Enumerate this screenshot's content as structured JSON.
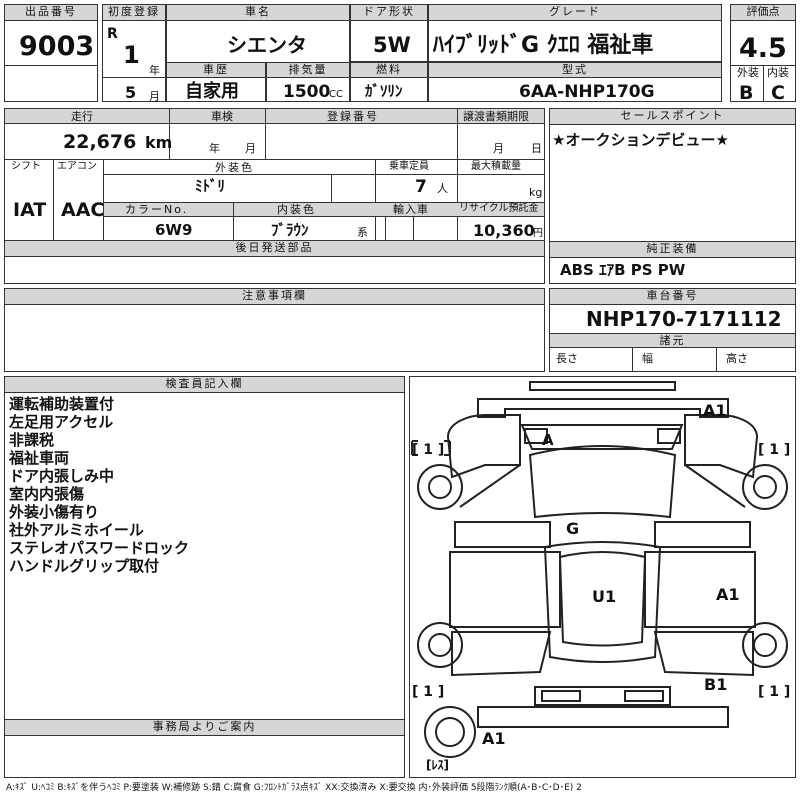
{
  "header": {
    "lot_label": "出品番号",
    "lot_no": "9003",
    "first_reg_label": "初度登録",
    "era": "R",
    "reg_year": "1",
    "year_unit": "年",
    "reg_month": "5",
    "month_unit": "月",
    "name_label": "車名",
    "car_name": "シエンタ",
    "door_label": "ドア形状",
    "door": "5W",
    "grade_label": "グレード",
    "grade": "ﾊｲﾌﾞﾘｯﾄﾞG ｸｴﾛ 福祉車",
    "score_label": "評価点",
    "score": "4.5",
    "history_label": "車歴",
    "history": "自家用",
    "disp_label": "排気量",
    "displacement": "1500",
    "disp_unit": "CC",
    "fuel_label": "燃料",
    "fuel": "ｶﾞｿﾘﾝ",
    "model_label": "型式",
    "model_code": "6AA-NHP170G",
    "ext_label": "外装",
    "ext_grade": "B",
    "int_label": "内装",
    "int_grade": "C"
  },
  "specs": {
    "mileage_label": "走行",
    "mileage": "22,676",
    "mileage_unit": "km",
    "inspection_label": "車検",
    "insp_year_unit": "年",
    "insp_month_unit": "月",
    "regno_label": "登録番号",
    "transfer_label": "譲渡書類期限",
    "transfer_month_unit": "月",
    "transfer_day_unit": "日",
    "shift_label": "シフト",
    "shift": "IAT",
    "ac_label": "エアコン",
    "ac": "AAC",
    "color_label": "外装色",
    "color": "ﾐﾄﾞﾘ",
    "capacity_label": "乗車定員",
    "capacity": "7",
    "capacity_unit": "人",
    "load_label": "最大積載量",
    "load_unit": "kg",
    "colorno_label": "カラーNo.",
    "color_no": "6W9",
    "interior_label": "内装色",
    "interior_color": "ﾌﾞﾗｳﾝ",
    "interior_unit": "系",
    "import_label": "輸入車",
    "recycle_label": "リサイクル預託金",
    "recycle": "10,360",
    "recycle_unit": "円",
    "later_parts_label": "後日発送部品"
  },
  "sales": {
    "label": "セールスポイント",
    "text": "★オークションデビュー★",
    "equip_label": "純正装備",
    "equipment": "ABS ｴｱB PS PW"
  },
  "notes": {
    "label": "注意事項欄"
  },
  "chassis": {
    "label": "車台番号",
    "number": "NHP170-7171112",
    "spec_label": "諸元",
    "len_label": "長さ",
    "width_label": "幅",
    "height_label": "高さ"
  },
  "inspector": {
    "label": "検査員記入欄",
    "lines": [
      "運転補助装置付",
      "左足用アクセル",
      "非課税",
      "福祉車両",
      "ドア内張しみ中",
      "室内内張傷",
      "外装小傷有り",
      "社外アルミホイール",
      "ステレオパスワードロック",
      "ハンドルグリップ取付"
    ]
  },
  "office": {
    "label": "事務局よりご案内"
  },
  "diagram": {
    "marks": {
      "front_bumper": "A1",
      "front_windshield": "A",
      "roof": "G",
      "floor": "U1",
      "right_side": "A1",
      "rear_right": "B1",
      "left_rear": "A1"
    },
    "tire_fl": "[ 1 ]",
    "tire_fr": "[ 1 ]",
    "tire_rl": "[ 1 ]",
    "tire_rr": "[ 1 ]",
    "spare": "[ﾚｽ]"
  },
  "legend": "A:ｷｽﾞ U:ﾍｺﾐ B:ｷｽﾞを伴うﾍｺﾐ P:要塗装 W:補修跡 S:錆 C:腐食 G:ﾌﾛﾝﾄｶﾞﾗｽ点ｷｽﾞ XX:交換済み X:要交換 内･外装評価 5段階ﾗﾝｸ順(A･B･C･D･E) 2"
}
